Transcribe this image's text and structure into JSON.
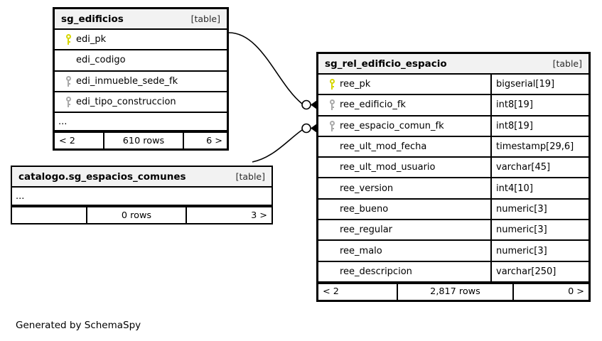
{
  "diagram": {
    "type": "schemaspy-er-diagram",
    "credit": "Generated by SchemaSpy",
    "table_tag": "[table]",
    "ellipsis": "...",
    "colors": {
      "primary_key_icon": "#d6d600",
      "foreign_key_icon": "#a9a9a9",
      "header_background": "#f2f2f2",
      "border": "#000000",
      "page_background": "#ffffff"
    }
  },
  "tables": [
    {
      "id": "sg_edificios",
      "name": "sg_edificios",
      "tag": "[table]",
      "columns": [
        {
          "name": "edi_pk",
          "key": "primary",
          "type": ""
        },
        {
          "name": "edi_codigo",
          "key": "none",
          "type": ""
        },
        {
          "name": "edi_inmueble_sede_fk",
          "key": "foreign",
          "type": ""
        },
        {
          "name": "edi_tipo_construccion",
          "key": "foreign",
          "type": ""
        }
      ],
      "has_more_indicator": "...",
      "footer": {
        "prev": "< 2",
        "rows": "610 rows",
        "next": "6 >"
      }
    },
    {
      "id": "catalogo.sg_espacios_comunes",
      "name": "catalogo.sg_espacios_comunes",
      "tag": "[table]",
      "columns": [],
      "has_more_indicator": "...",
      "footer": {
        "prev": "",
        "rows": "0 rows",
        "next": "3 >"
      }
    },
    {
      "id": "sg_rel_edificio_espacio",
      "name": "sg_rel_edificio_espacio",
      "tag": "[table]",
      "columns": [
        {
          "name": "ree_pk",
          "key": "primary",
          "type": "bigserial[19]"
        },
        {
          "name": "ree_edificio_fk",
          "key": "foreign",
          "type": "int8[19]"
        },
        {
          "name": "ree_espacio_comun_fk",
          "key": "foreign",
          "type": "int8[19]"
        },
        {
          "name": "ree_ult_mod_fecha",
          "key": "none",
          "type": "timestamp[29,6]"
        },
        {
          "name": "ree_ult_mod_usuario",
          "key": "none",
          "type": "varchar[45]"
        },
        {
          "name": "ree_version",
          "key": "none",
          "type": "int4[10]"
        },
        {
          "name": "ree_bueno",
          "key": "none",
          "type": "numeric[3]"
        },
        {
          "name": "ree_regular",
          "key": "none",
          "type": "numeric[3]"
        },
        {
          "name": "ree_malo",
          "key": "none",
          "type": "numeric[3]"
        },
        {
          "name": "ree_descripcion",
          "key": "none",
          "type": "varchar[250]"
        }
      ],
      "has_more_indicator": "",
      "footer": {
        "prev": "< 2",
        "rows": "2,817 rows",
        "next": "0 >"
      }
    }
  ],
  "relationships": [
    {
      "id": "rel-edificios-to-ree",
      "from_table": "sg_edificios",
      "from_column": "edi_pk",
      "to_table": "sg_rel_edificio_espacio",
      "to_column": "ree_edificio_fk",
      "cardinality": "zero-or-more"
    },
    {
      "id": "rel-espacios-to-ree",
      "from_table": "catalogo.sg_espacios_comunes",
      "to_table": "sg_rel_edificio_espacio",
      "to_column": "ree_espacio_comun_fk",
      "cardinality": "zero-or-more"
    }
  ]
}
